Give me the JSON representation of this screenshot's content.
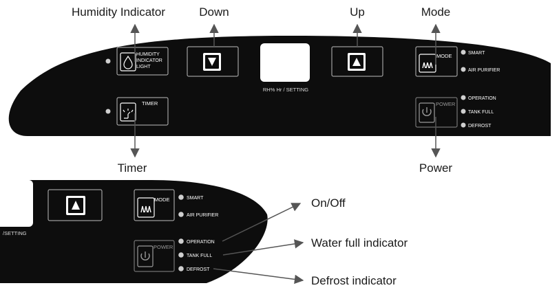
{
  "callouts": {
    "humidity_indicator": "Humidity Indicator",
    "down": "Down",
    "up": "Up",
    "mode": "Mode",
    "timer": "Timer",
    "power": "Power",
    "on_off": "On/Off",
    "water_full_indicator": "Water full indicator",
    "defrost_indicator": "Defrost indicator"
  },
  "panel": {
    "humidity_label_1": "HUMIDITY",
    "humidity_label_2": "INDICATOR",
    "humidity_label_3": "LIGHT",
    "timer_label": "TIMER",
    "display_caption": "RH%  Hr  / SETTING",
    "mode_label": "MODE",
    "smart_label": "SMART",
    "air_purifier_label": "AIR PURIFIER",
    "power_label": "POWER",
    "operation_label": "OPERATION",
    "tank_full_label": "TANK FULL",
    "defrost_label": "DEFROST"
  },
  "detail": {
    "setting_label": "/SETTING",
    "mode_label": "MODE",
    "smart_label": "SMART",
    "air_purifier_label": "AIR PURIFIER",
    "power_label": "POWER",
    "operation_label": "OPERATION",
    "tank_full_label": "TANK FULL",
    "defrost_label": "DEFROST"
  },
  "colors": {
    "panel": "#0d0d0d",
    "arrow": "#555555",
    "led": "#cfcfcf"
  },
  "icons": {
    "humidity": "water-drop-icon",
    "timer": "clock-icon",
    "down": "triangle-down-icon",
    "up": "triangle-up-icon",
    "mode": "fan-icon",
    "power": "power-icon"
  }
}
